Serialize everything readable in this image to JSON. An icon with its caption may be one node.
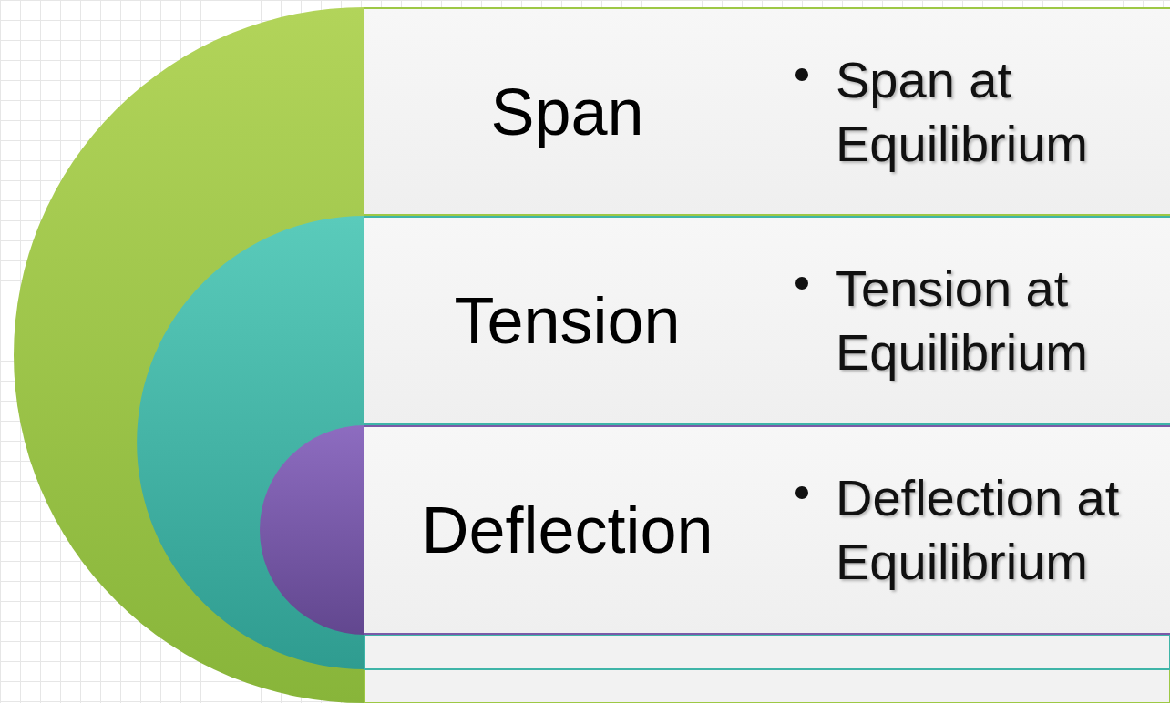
{
  "diagram": {
    "nodes": [
      {
        "text": [
          "Span",
          "Span at Equilibrium"
        ]
      },
      {
        "text": [
          "Tension",
          "Tension at Equilibrium"
        ]
      },
      {
        "text": [
          "Deflection",
          "Deflection at Equilibrium"
        ]
      }
    ]
  }
}
